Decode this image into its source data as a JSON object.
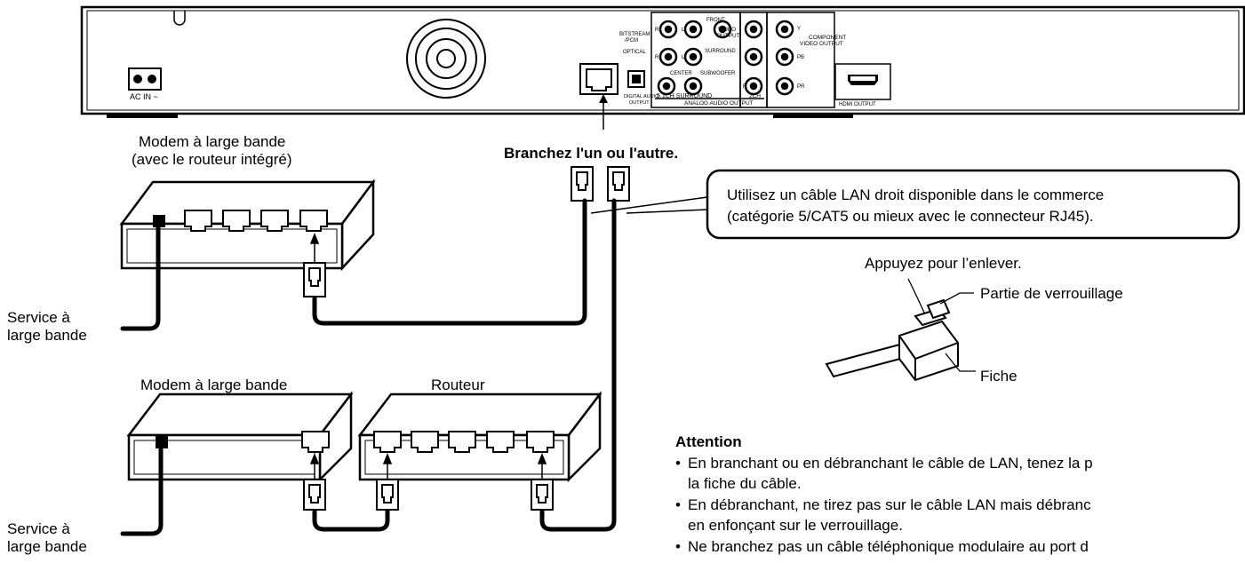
{
  "device": {
    "ac_in": "AC IN ~",
    "bitstream_pcm": [
      "BITSTREAM",
      "/PCM"
    ],
    "optical": "OPTICAL",
    "digital_audio_output": [
      "DIGITAL AUDIO",
      "OUTPUT"
    ],
    "front": "FRONT",
    "video_output": [
      "VIDEO",
      "OUTPUT"
    ],
    "surround": "SURROUND",
    "center": "CENTER",
    "subwoofer": "SUBWOOFER",
    "ch51_surround": "5.1CH SURROUND",
    "analog_audio_output": "ANALOG AUDIO OUTPUT",
    "ch2": "2CH",
    "component_video_output": [
      "COMPONENT",
      "VIDEO OUTPUT"
    ],
    "hdmi_output": "HDMI OUTPUT",
    "jack_r": "R",
    "jack_l": "L",
    "y": "Y",
    "pb": "PB",
    "pr": "PR"
  },
  "labels": {
    "modem_router": [
      "Modem à large bande",
      "(avec le routeur intégré)"
    ],
    "connect_either": "Branchez l'un ou l'autre.",
    "cable_note": [
      "Utilisez un câble LAN droit disponible dans le commerce",
      "(catégorie 5/CAT5 ou mieux avec le connecteur RJ45)."
    ],
    "press_to_remove": "Appuyez pour l’enlever.",
    "lock_part": "Partie de verrouillage",
    "plug": "Fiche",
    "broadband_service_1": [
      "Service à",
      "large bande"
    ],
    "broadband_service_2": [
      "Service à",
      "large bande"
    ],
    "modem": "Modem à large bande",
    "router": "Routeur"
  },
  "attention": {
    "title": "Attention",
    "items": [
      [
        "En branchant ou en débranchant le câble de LAN, tenez la p",
        "la fiche du câble."
      ],
      [
        "En débranchant, ne tirez pas sur le câble LAN mais débranc",
        "en enfonçant sur le verrouillage."
      ],
      [
        "Ne branchez pas un câble téléphonique modulaire au port d"
      ]
    ]
  }
}
